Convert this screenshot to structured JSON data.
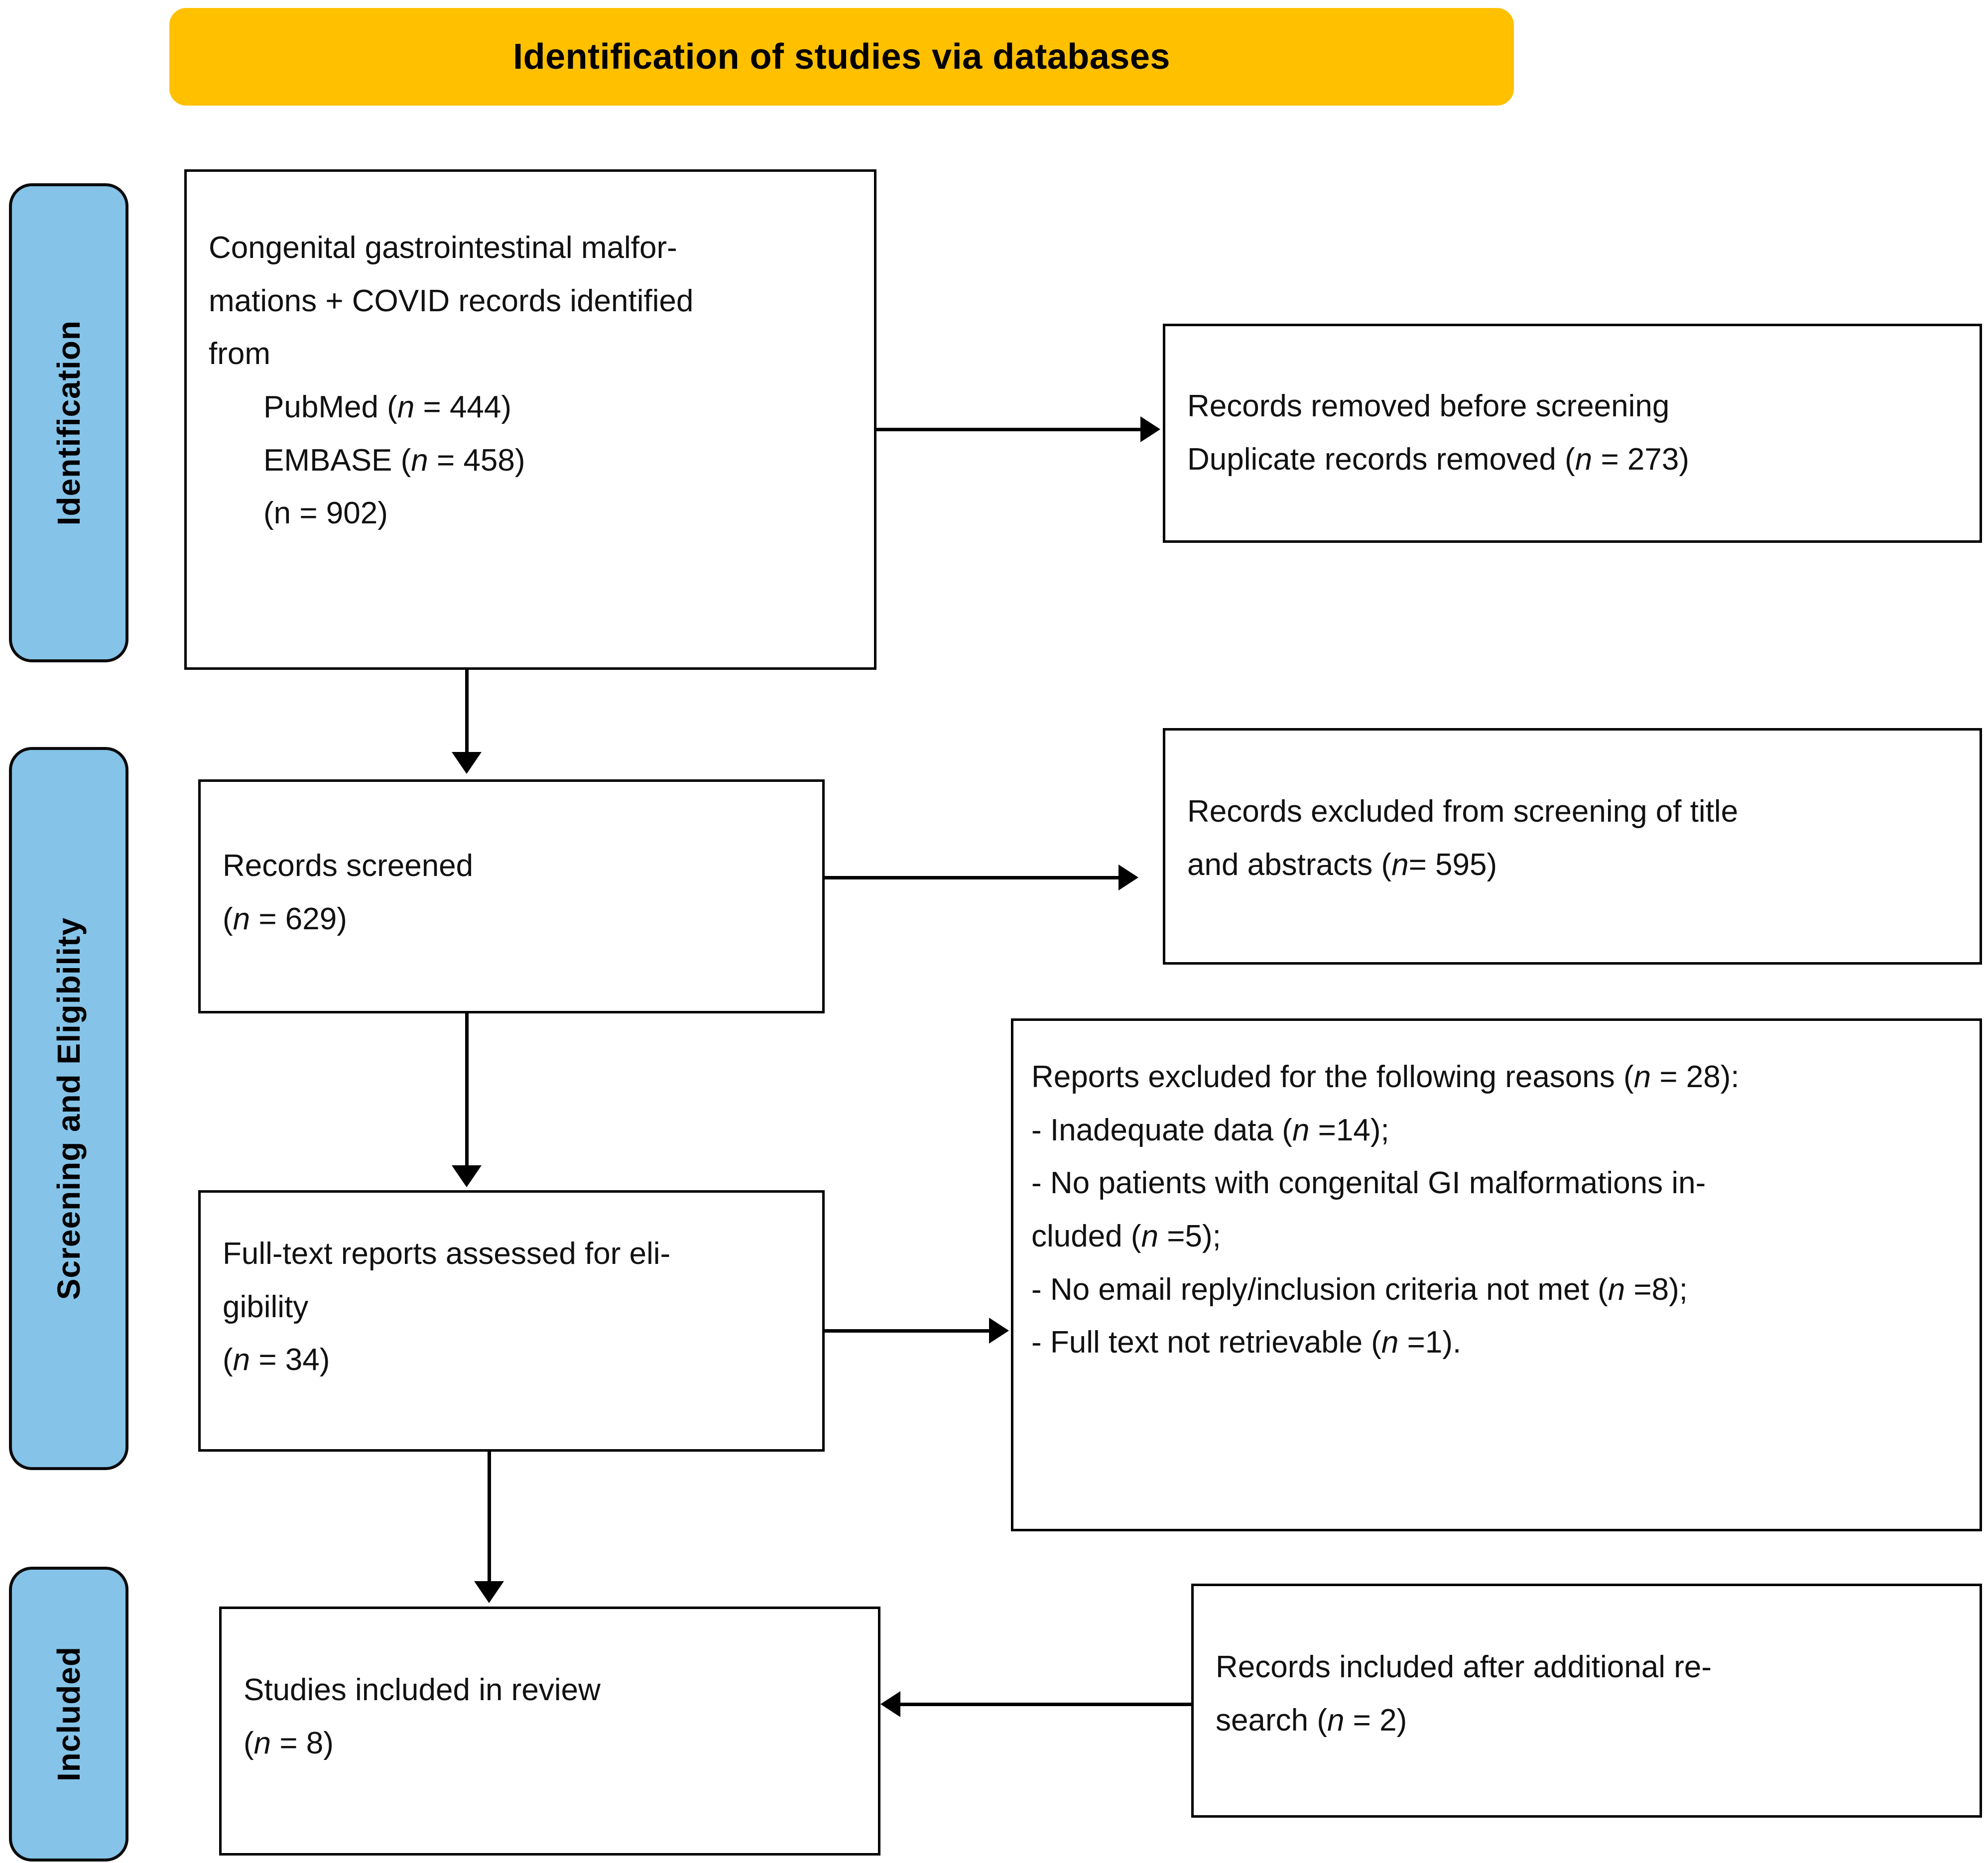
{
  "banner": {
    "title": "Identification of studies via databases",
    "color": "#FFC000"
  },
  "stages": {
    "color": "#85C3E8",
    "items": [
      {
        "label": "Identification"
      },
      {
        "label": "Screening and Eligibility"
      },
      {
        "label": "Included"
      }
    ]
  },
  "boxes": {
    "identified": {
      "line1": "Congenital gastrointestinal malfor-",
      "line2": "mations + COVID records identified",
      "line3": "from",
      "source1_name": "PubMed (",
      "source1_n": "n",
      "source1_value": " = 444)",
      "source2_name": "EMBASE (",
      "source2_n": "n",
      "source2_value": " = 458)",
      "total": "(n = 902)"
    },
    "removed": {
      "line1": "Records removed before screening",
      "line2_pre": "Duplicate records removed (",
      "line2_n": "n",
      "line2_post": " = 273)"
    },
    "screened": {
      "line1": "Records screened",
      "line2_pre": "(",
      "line2_n": "n",
      "line2_post": " = 629)"
    },
    "excluded_screening": {
      "line1": "Records excluded from screening of title",
      "line2_pre": "and abstracts (",
      "line2_n": "n",
      "line2_post": "= 595)"
    },
    "fulltext": {
      "line1": "Full-text reports assessed for eli-",
      "line2": "gibility",
      "line3_pre": "(",
      "line3_n": "n",
      "line3_post": " = 34)"
    },
    "excluded_reports": {
      "heading_pre": "Reports excluded for the following reasons (",
      "heading_n": "n",
      "heading_post": " = 28):",
      "r1_pre": "- Inadequate data (",
      "r1_n": "n",
      "r1_post": " =14);",
      "r2_l1": "- No patients with congenital GI malformations in-",
      "r2_l2_pre": "cluded (",
      "r2_l2_n": "n",
      "r2_l2_post": " =5);",
      "r3_pre": "- No email reply/inclusion criteria not met (",
      "r3_n": "n",
      "r3_post": " =8);",
      "r4_pre": "- Full text not retrievable (",
      "r4_n": "n",
      "r4_post": " =1)."
    },
    "included_review": {
      "line1": "Studies included in review",
      "line2_pre": "(",
      "line2_n": "n",
      "line2_post": " = 8)"
    },
    "additional": {
      "line1": "Records included after additional re-",
      "line2_pre": "search (",
      "line2_n": "n",
      "line2_post": " = 2)"
    }
  }
}
